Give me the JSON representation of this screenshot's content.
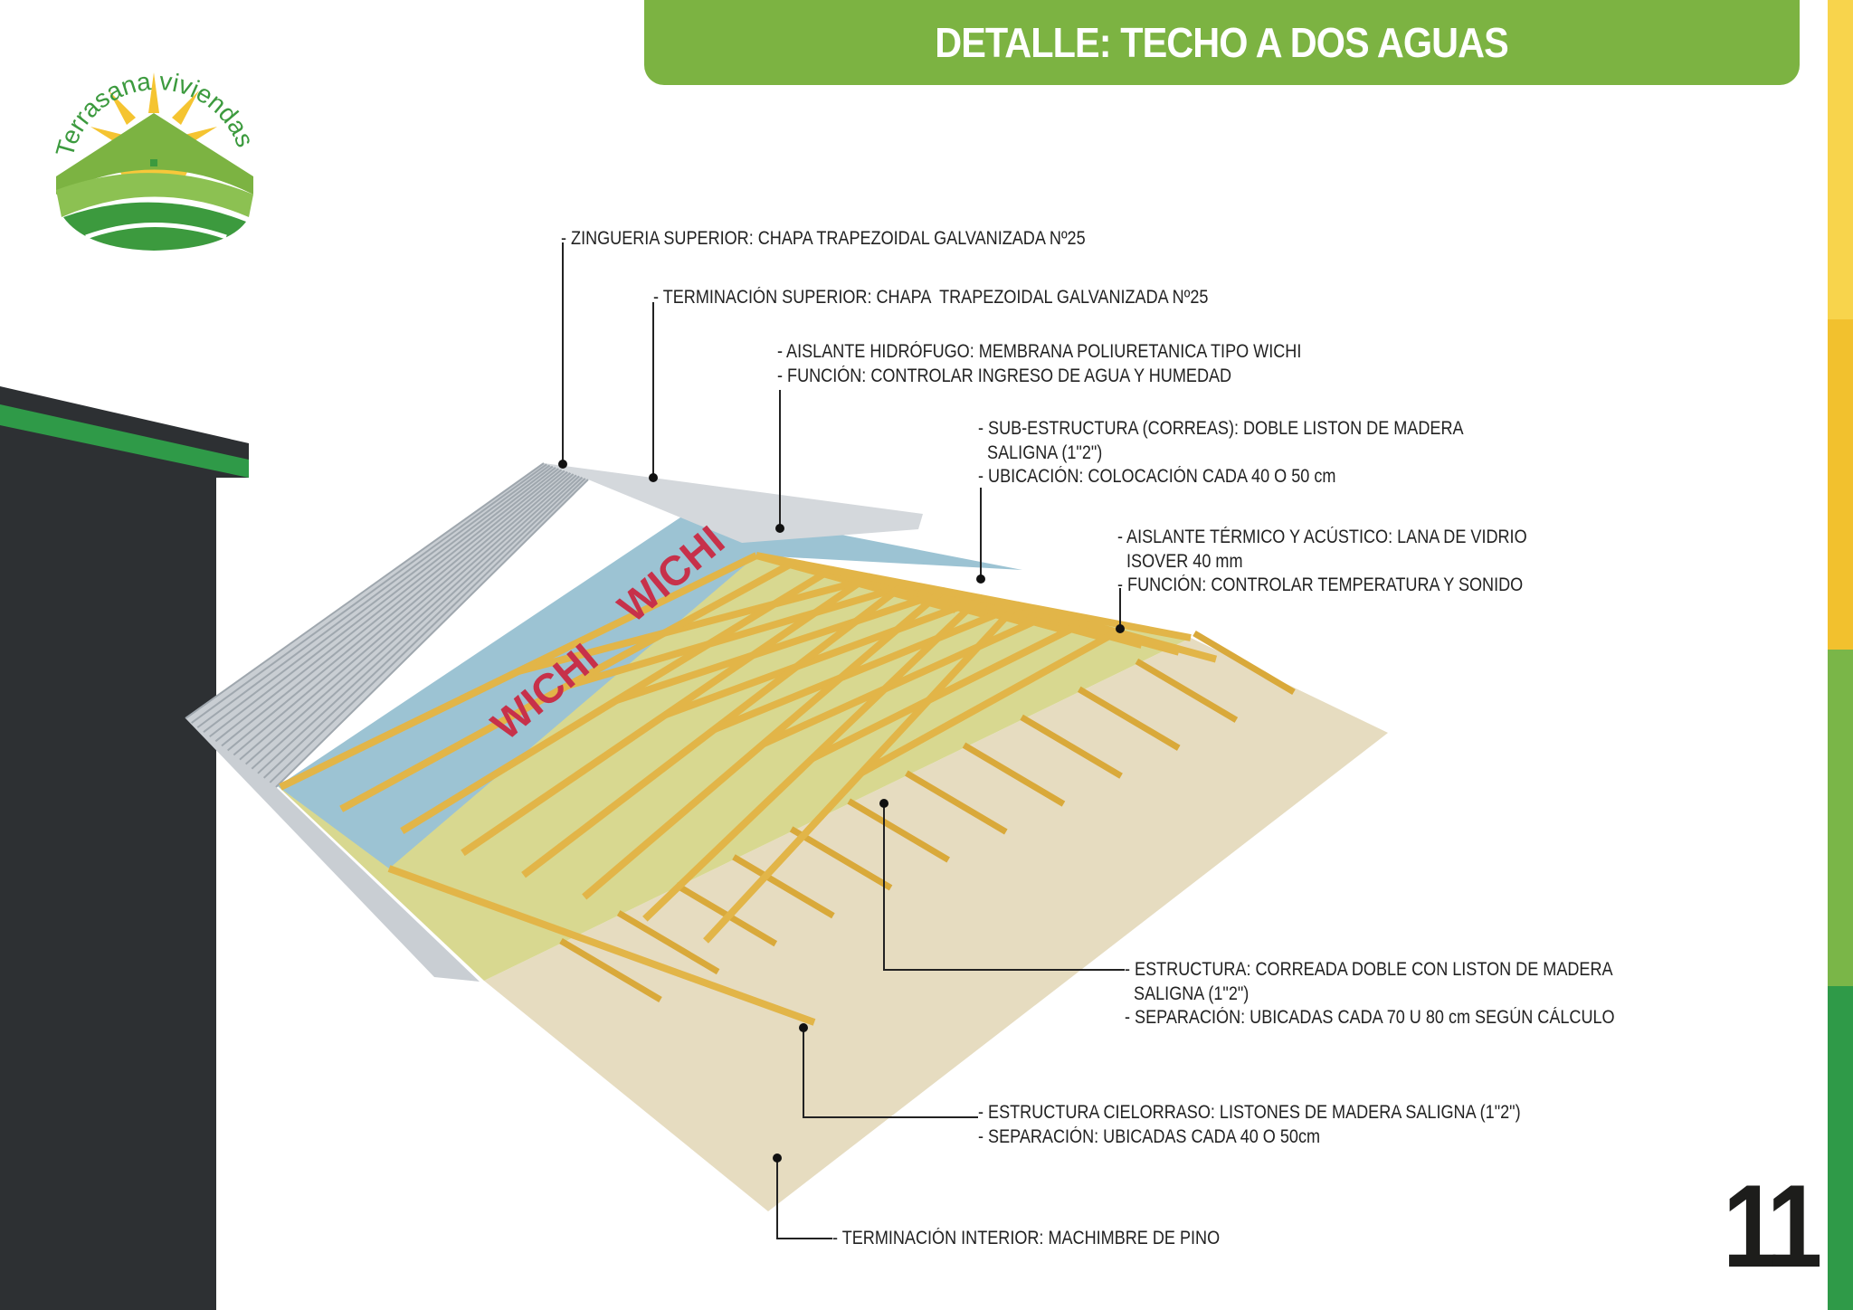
{
  "header": {
    "title": "DETALLE: TECHO A DOS AGUAS"
  },
  "logo": {
    "text": "Terrasana viviendas"
  },
  "colors": {
    "title_bar": "#7cb342",
    "dark_panel": "#2d3033",
    "accent_green": "#2f9a48",
    "sun_yellow": "#f5c431"
  },
  "labels": [
    {
      "lines": [
        "- ZINGUERIA SUPERIOR: CHAPA TRAPEZOIDAL GALVANIZADA Nº25"
      ]
    },
    {
      "lines": [
        "- TERMINACIÓN SUPERIOR: CHAPA  TRAPEZOIDAL GALVANIZADA Nº25"
      ]
    },
    {
      "lines": [
        "- AISLANTE HIDRÓFUGO: MEMBRANA POLIURETANICA TIPO WICHI",
        "- FUNCIÓN: CONTROLAR INGRESO DE AGUA Y HUMEDAD"
      ]
    },
    {
      "lines": [
        "- SUB-ESTRUCTURA (CORREAS): DOBLE LISTON DE MADERA",
        "  SALIGNA (1\"2\")",
        "- UBICACIÓN: COLOCACIÓN CADA 40 O 50 cm"
      ]
    },
    {
      "lines": [
        "- AISLANTE TÉRMICO Y ACÚSTICO: LANA DE VIDRIO",
        "  ISOVER 40 mm",
        "- FUNCIÓN: CONTROLAR TEMPERATURA Y SONIDO"
      ]
    },
    {
      "lines": [
        "- ESTRUCTURA: CORREADA DOBLE CON LISTON DE MADERA",
        "  SALIGNA (1\"2\")",
        "- SEPARACIÓN: UBICADAS CADA 70 U 80 cm SEGÚN CÁLCULO"
      ]
    },
    {
      "lines": [
        "- ESTRUCTURA CIELORRASO: LISTONES DE MADERA SALIGNA (1\"2\")",
        "- SEPARACIÓN: UBICADAS CADA 40 O 50cm"
      ]
    },
    {
      "lines": [
        "- TERMINACIÓN INTERIOR: MACHIMBRE DE PINO"
      ]
    }
  ],
  "membrane_brand": "WICHI",
  "page_number": "11"
}
